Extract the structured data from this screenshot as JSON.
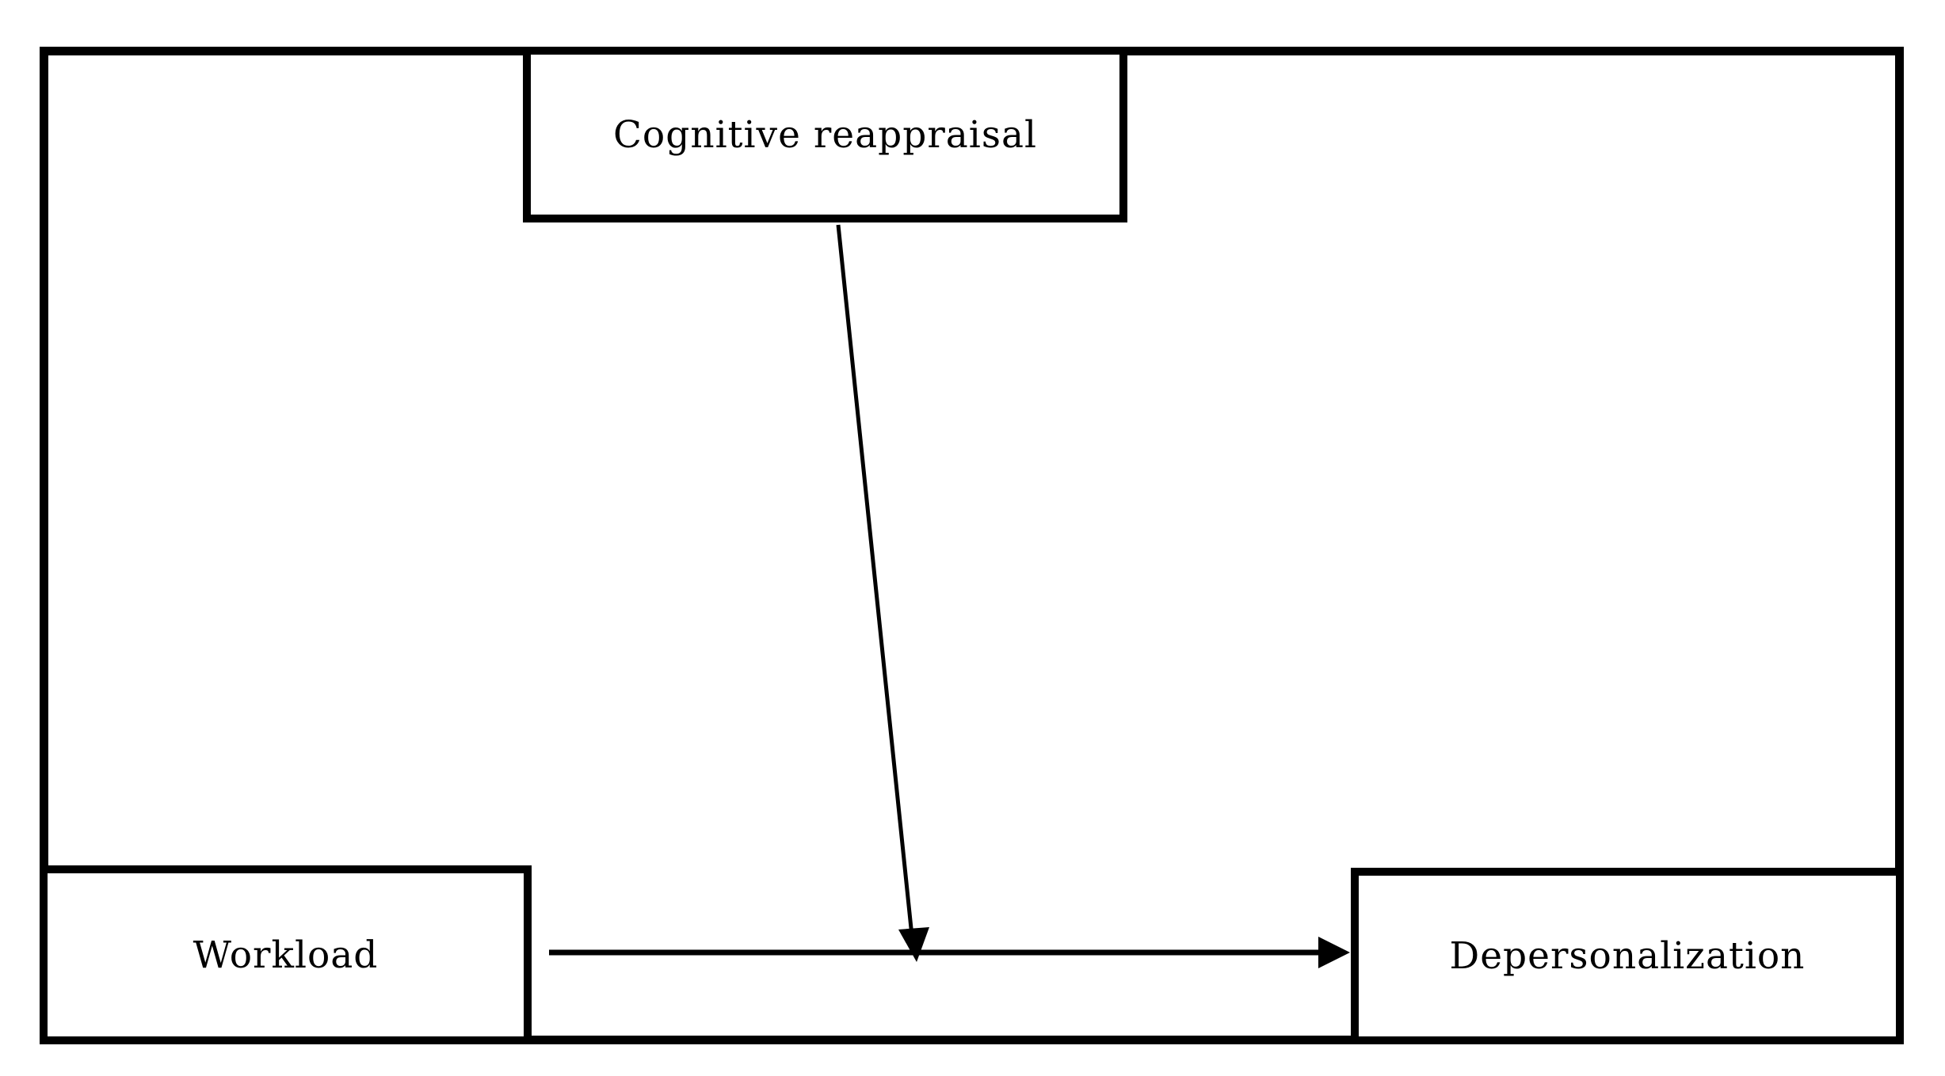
{
  "diagram": {
    "background_color": "#ffffff",
    "stroke_color": "#000000",
    "boxes": {
      "moderator": {
        "label": "Cognitive reappraisal"
      },
      "predictor": {
        "label": "Workload"
      },
      "outcome": {
        "label": "Depersonalization"
      }
    }
  }
}
